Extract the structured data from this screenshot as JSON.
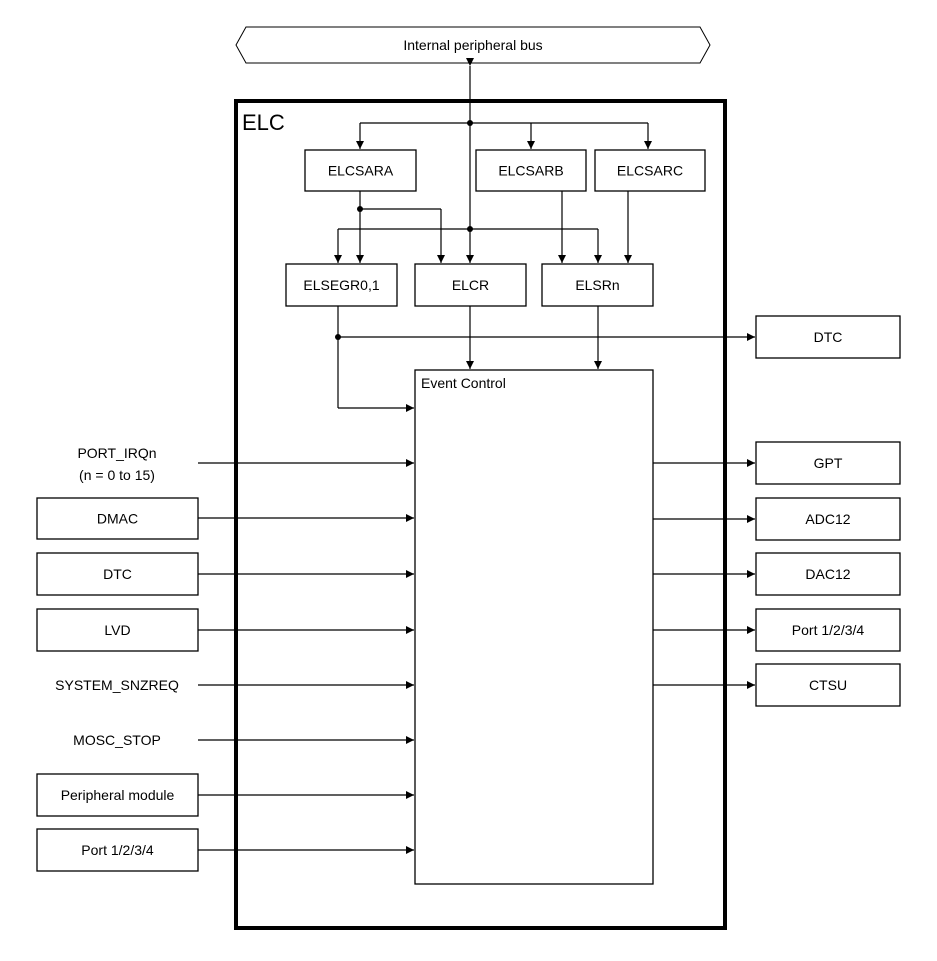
{
  "bus": {
    "label": "Internal peripheral bus"
  },
  "elc": {
    "title": "ELC",
    "registers": {
      "elcsara": "ELCSARA",
      "elcsarb": "ELCSARB",
      "elcsarc": "ELCSARC",
      "elsegr": "ELSEGR0,1",
      "elcr": "ELCR",
      "elsrn": "ELSRn"
    },
    "event_control": "Event Control"
  },
  "inputs": {
    "port_irq_line1": "PORT_IRQn",
    "port_irq_line2": "(n = 0 to 15)",
    "dmac": "DMAC",
    "dtc": "DTC",
    "lvd": "LVD",
    "system_snzreq": "SYSTEM_SNZREQ",
    "mosc_stop": "MOSC_STOP",
    "peripheral_module": "Peripheral module",
    "port": "Port 1/2/3/4"
  },
  "outputs": {
    "dtc": "DTC",
    "gpt": "GPT",
    "adc12": "ADC12",
    "dac12": "DAC12",
    "port": "Port 1/2/3/4",
    "ctsu": "CTSU"
  }
}
